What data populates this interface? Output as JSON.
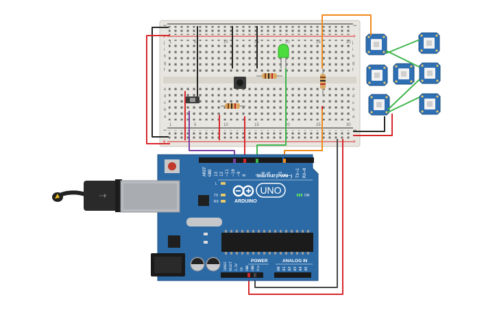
{
  "board": {
    "brand": "ARDUINO",
    "model": "UNO",
    "digital_label": "DIGITAL (PWM~)",
    "power_label": "POWER",
    "analog_label": "ANALOG IN",
    "on_label": "ON",
    "led_l": "L",
    "led_tx": "TX",
    "led_rx": "RX",
    "aref": "AREF",
    "gnd": "GND",
    "digital_pins": [
      "13",
      "12",
      "~11",
      "~10",
      "~9",
      "8",
      "7",
      "~6",
      "~5",
      "4",
      "~3",
      "2",
      "TX→1",
      "RX←0"
    ],
    "power_pins": [
      "IOREF",
      "RESET",
      "3.3V",
      "5V",
      "GND",
      "GND",
      "Vin"
    ],
    "analog_pins": [
      "A0",
      "A1",
      "A2",
      "A3",
      "A4",
      "A5"
    ]
  },
  "breadboard": {
    "row_letters_top": [
      "j",
      "i",
      "h",
      "g",
      "f"
    ],
    "row_letters_bottom": [
      "e",
      "d",
      "c",
      "b",
      "a"
    ],
    "col_numbers_top": [
      "1",
      "5",
      "10",
      "15",
      "20",
      "25",
      "30"
    ],
    "col_numbers_bottom": [
      "1",
      "5",
      "10",
      "15",
      "20",
      "25",
      "30"
    ],
    "plus": "+",
    "minus": "−"
  },
  "components": {
    "neopixel_count": 6,
    "wire_colors": {
      "red": "#d7262a",
      "black": "#222222",
      "orange": "#f08a1c",
      "green": "#3db54a",
      "purple": "#7b3fa0",
      "darkgrey": "#444444"
    },
    "board_color": "#2c6aa6",
    "pixel_board_color": "#2f6fb4"
  }
}
